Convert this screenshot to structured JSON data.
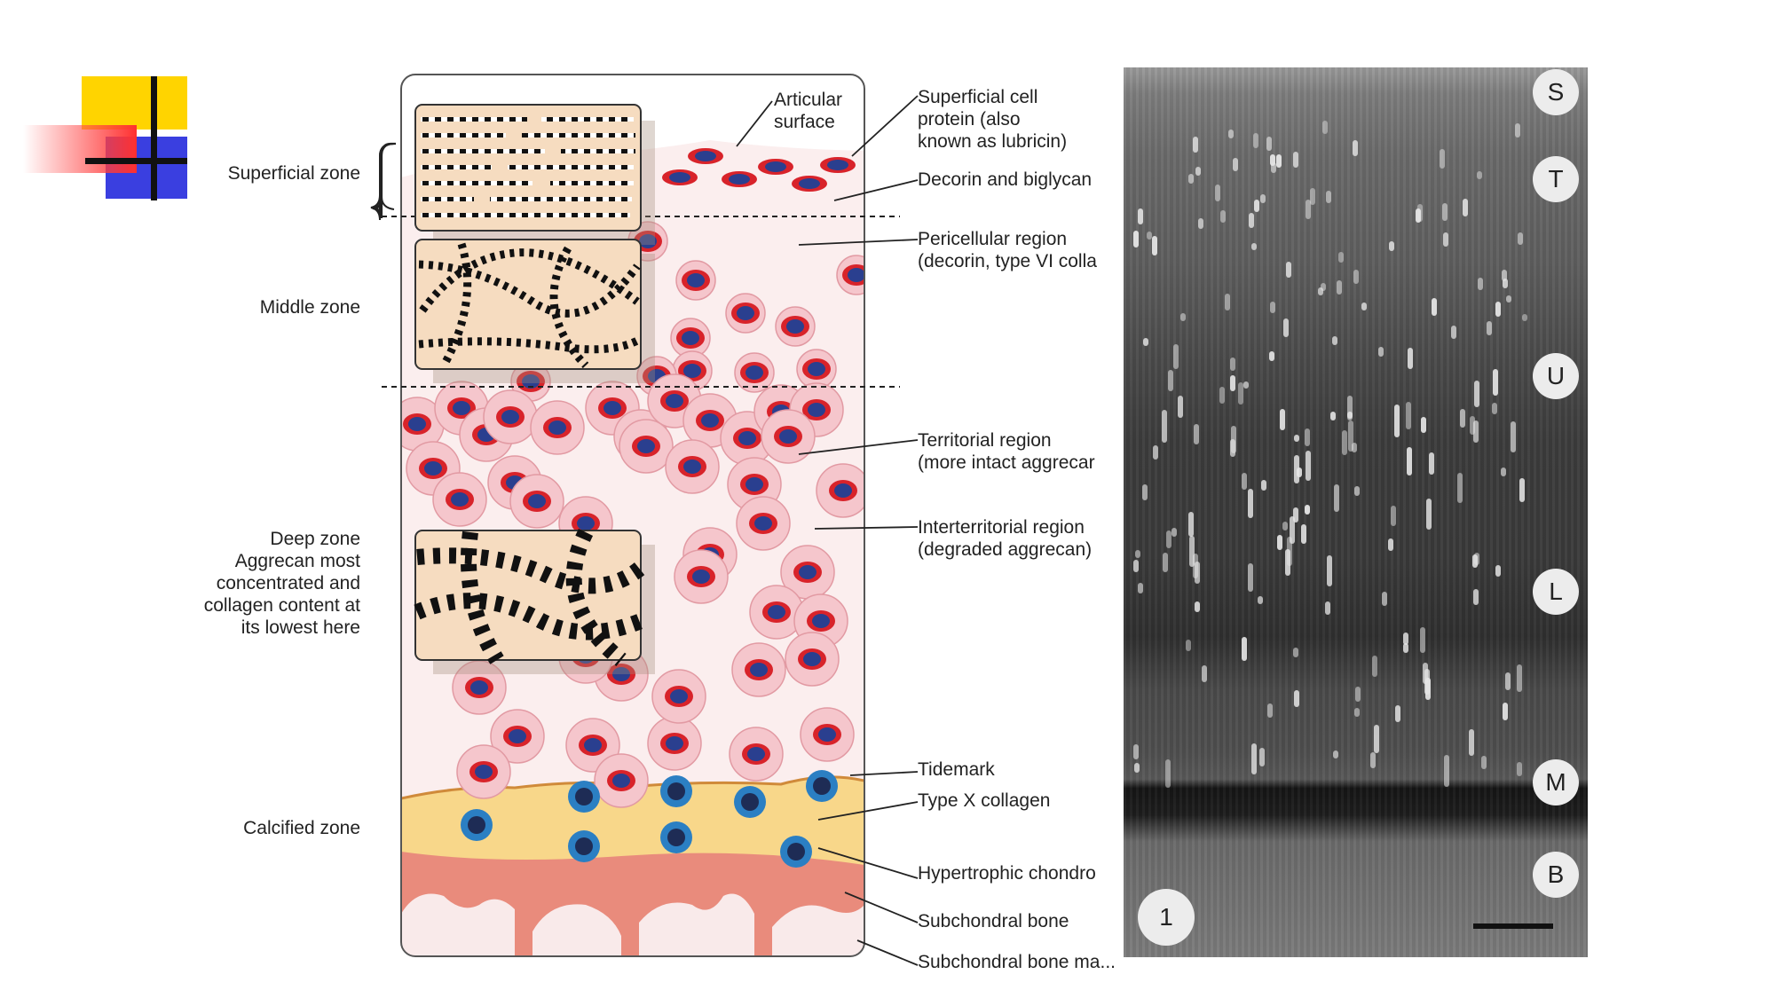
{
  "zones": {
    "superficial": "Superficial zone",
    "middle": "Middle zone",
    "deep": [
      "Deep zone",
      "Aggrecan most",
      "concentrated and",
      "collagen content at",
      "its lowest here"
    ],
    "calcified": "Calcified zone"
  },
  "callouts": {
    "articular_surface": "Articular\nsurface",
    "superficial_cell_protein": "Superficial cell\nprotein (also\nknown as lubricin)",
    "decorin_biglycan": "Decorin and biglycan",
    "pericellular": "Pericellular region\n(decorin, type VI colla",
    "territorial": "Territorial region\n(more intact aggrecar",
    "interterritorial": "Interterritorial region\n(degraded aggrecan)",
    "tidemark": "Tidemark",
    "type_x": "Type X collagen",
    "hypertrophic": "Hypertrophic chondro",
    "subchondral_bone": "Subchondral bone",
    "marrow": "Subchondral bone ma..."
  },
  "micrograph": {
    "markers": [
      "S",
      "T",
      "U",
      "L",
      "M",
      "B"
    ],
    "figure_number": "1"
  },
  "colors": {
    "logo_yellow": "#ffd400",
    "logo_blue": "#3a3fe0",
    "logo_red": "#ff2a2a",
    "cartilage_pink": "#fbeeee",
    "cell_red": "#d8232a",
    "cell_blue": "#2a3f8f",
    "calcified_yellow": "#f8d78a",
    "bone_salmon": "#e98b7c",
    "fibril_tan": "#f6dcc0"
  },
  "icons": [
    "logo-mark",
    "scale-bar"
  ]
}
